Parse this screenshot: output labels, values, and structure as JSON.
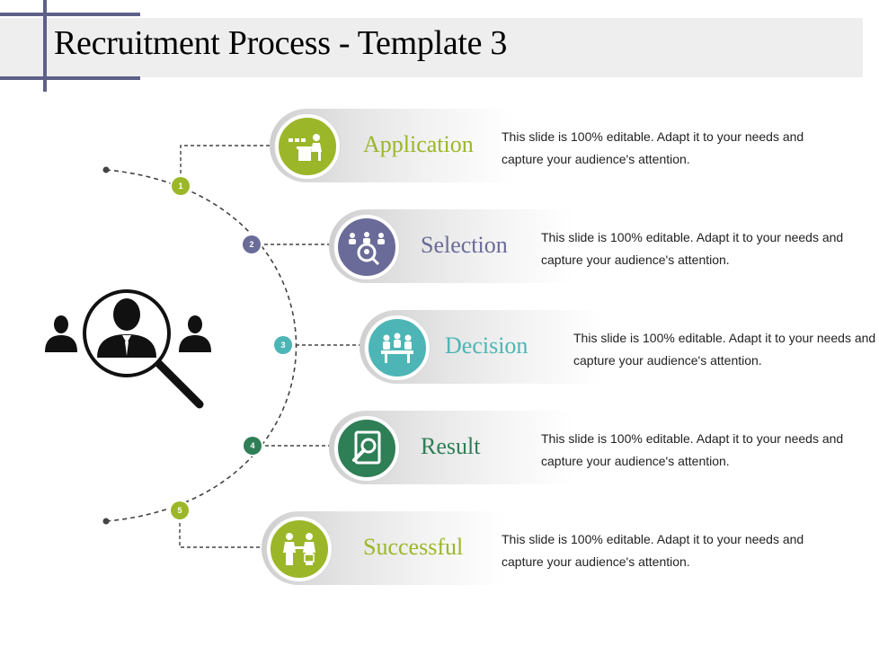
{
  "title": "Recruitment Process - Template 3",
  "colors": {
    "green": "#9bb729",
    "purple": "#6a6b98",
    "teal": "#4db5b5",
    "dark_green": "#2e7e56",
    "deco_line": "#5e6088"
  },
  "steps": [
    {
      "number": "1",
      "label": "Application",
      "description": "This slide is 100% editable. Adapt it to your needs and capture your audience's attention.",
      "icon": "desk-applicant-icon",
      "color": "#9bb729"
    },
    {
      "number": "2",
      "label": "Selection",
      "description": "This slide is 100% editable. Adapt it to your needs and capture your audience's attention.",
      "icon": "group-search-icon",
      "color": "#6a6b98"
    },
    {
      "number": "3",
      "label": "Decision",
      "description": "This slide is 100% editable. Adapt it to your needs and capture your audience's attention.",
      "icon": "meeting-table-icon",
      "color": "#4db5b5"
    },
    {
      "number": "4",
      "label": "Result",
      "description": "This slide is 100% editable. Adapt it to your needs and capture your audience's attention.",
      "icon": "document-search-icon",
      "color": "#2e7e56"
    },
    {
      "number": "5",
      "label": "Successful",
      "description": "This slide is 100% editable. Adapt it to your needs and capture your audience's attention.",
      "icon": "handshake-icon",
      "color": "#9bb729"
    }
  ],
  "graphic": {
    "icon": "candidate-search-icon"
  }
}
